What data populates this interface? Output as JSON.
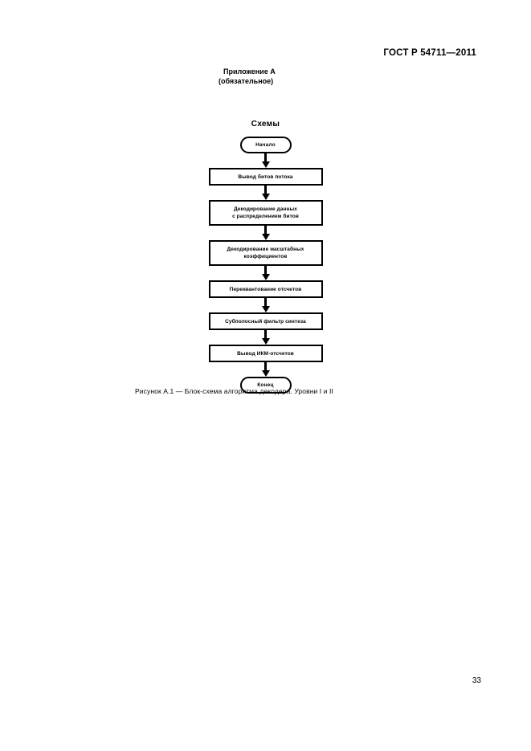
{
  "document": {
    "standard_header": "ГОСТ Р 54711—2011",
    "page_number": "33",
    "annex": {
      "title": "Приложение А",
      "subtitle": "(обязательное)"
    },
    "section_heading": "Схемы",
    "figure_caption": "Рисунок А.1 — Блок-схема алгоритма декодера. Уровни I и II"
  },
  "flowchart": {
    "type": "flowchart",
    "orientation": "top-to-bottom",
    "nodes": [
      {
        "id": "start",
        "shape": "terminator",
        "label": "Начало"
      },
      {
        "id": "step1",
        "shape": "process",
        "label": "Вывод битов потока"
      },
      {
        "id": "step2",
        "shape": "process",
        "label_line1": "Декодирование данных",
        "label_line2": "с распределением битов"
      },
      {
        "id": "step3",
        "shape": "process",
        "label_line1": "Декодирование масштабных",
        "label_line2": "коэффициентов"
      },
      {
        "id": "step4",
        "shape": "process",
        "label": "Переквантование отсчетов"
      },
      {
        "id": "step5",
        "shape": "process",
        "label": "Субполосный фильтр синтеза"
      },
      {
        "id": "step6",
        "shape": "process",
        "label": "Вывод ИКМ-отсчетов"
      },
      {
        "id": "end",
        "shape": "terminator",
        "label": "Конец"
      }
    ]
  }
}
